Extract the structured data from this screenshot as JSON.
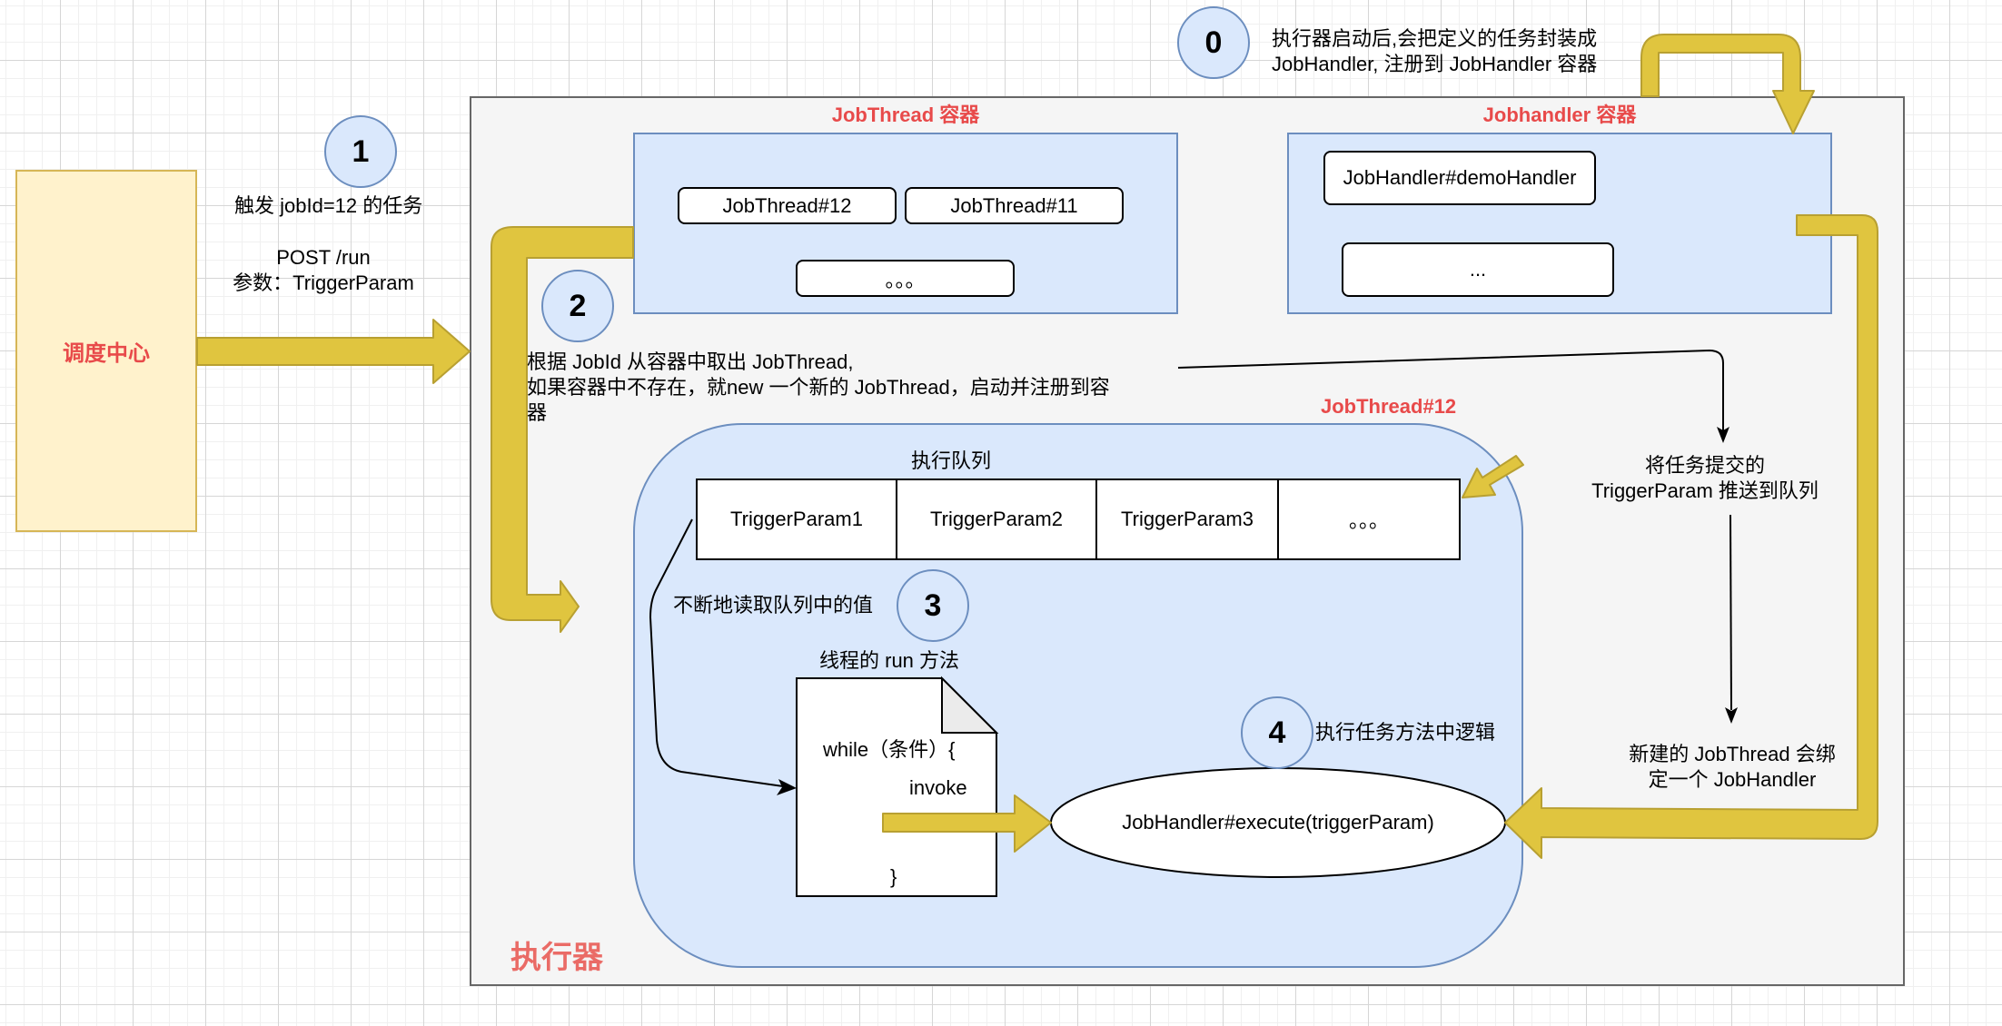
{
  "scheduler": {
    "label": "调度中心"
  },
  "executor": {
    "label": "执行器"
  },
  "steps": [
    {
      "number": "0",
      "text_lines": [
        "执行器启动后,会把定义的任务封装成",
        "JobHandler, 注册到 JobHandler 容器"
      ]
    },
    {
      "number": "1",
      "text": "触发 jobId=12 的任务",
      "request_lines": [
        "POST /run",
        "参数：TriggerParam"
      ]
    },
    {
      "number": "2",
      "text_lines": [
        "根据 JobId 从容器中取出 JobThread,",
        "如果容器中不存在，就new 一个新的 JobThread，启动并注册到容",
        "器"
      ]
    },
    {
      "number": "3",
      "text": "不断地读取队列中的值"
    },
    {
      "number": "4",
      "text": "执行任务方法中逻辑"
    }
  ],
  "jobthread_container": {
    "title": "JobThread 容器",
    "items": [
      "JobThread#12",
      "JobThread#11",
      "。。。"
    ]
  },
  "jobhandler_container": {
    "title": "Jobhandler 容器",
    "items": [
      "JobHandler#demoHandler",
      "..."
    ]
  },
  "jobthread_detail": {
    "title": "JobThread#12",
    "queue_label": "执行队列",
    "queue": [
      "TriggerParam1",
      "TriggerParam2",
      "TriggerParam3",
      "。。。"
    ],
    "run_method_label": "线程的 run 方法",
    "run_method_code": [
      "while（条件）{",
      "invoke",
      "}"
    ],
    "execute_label": "JobHandler#execute(triggerParam)"
  },
  "notes": {
    "push_to_queue": [
      "将任务提交的",
      "TriggerParam 推送到队列"
    ],
    "bind_handler": [
      "新建的 JobThread 会绑",
      "定一个 JobHandler"
    ]
  },
  "colors": {
    "arrow_fill": "#e0c53f",
    "arrow_stroke": "#b8a032",
    "container_fill": "#dae8fc",
    "container_stroke": "#6c8ebf",
    "scheduler_fill": "#fff2cc",
    "scheduler_stroke": "#d6b656",
    "executor_fill": "#f5f5f5",
    "executor_stroke": "#666666",
    "title_red": "#e84a4a"
  }
}
